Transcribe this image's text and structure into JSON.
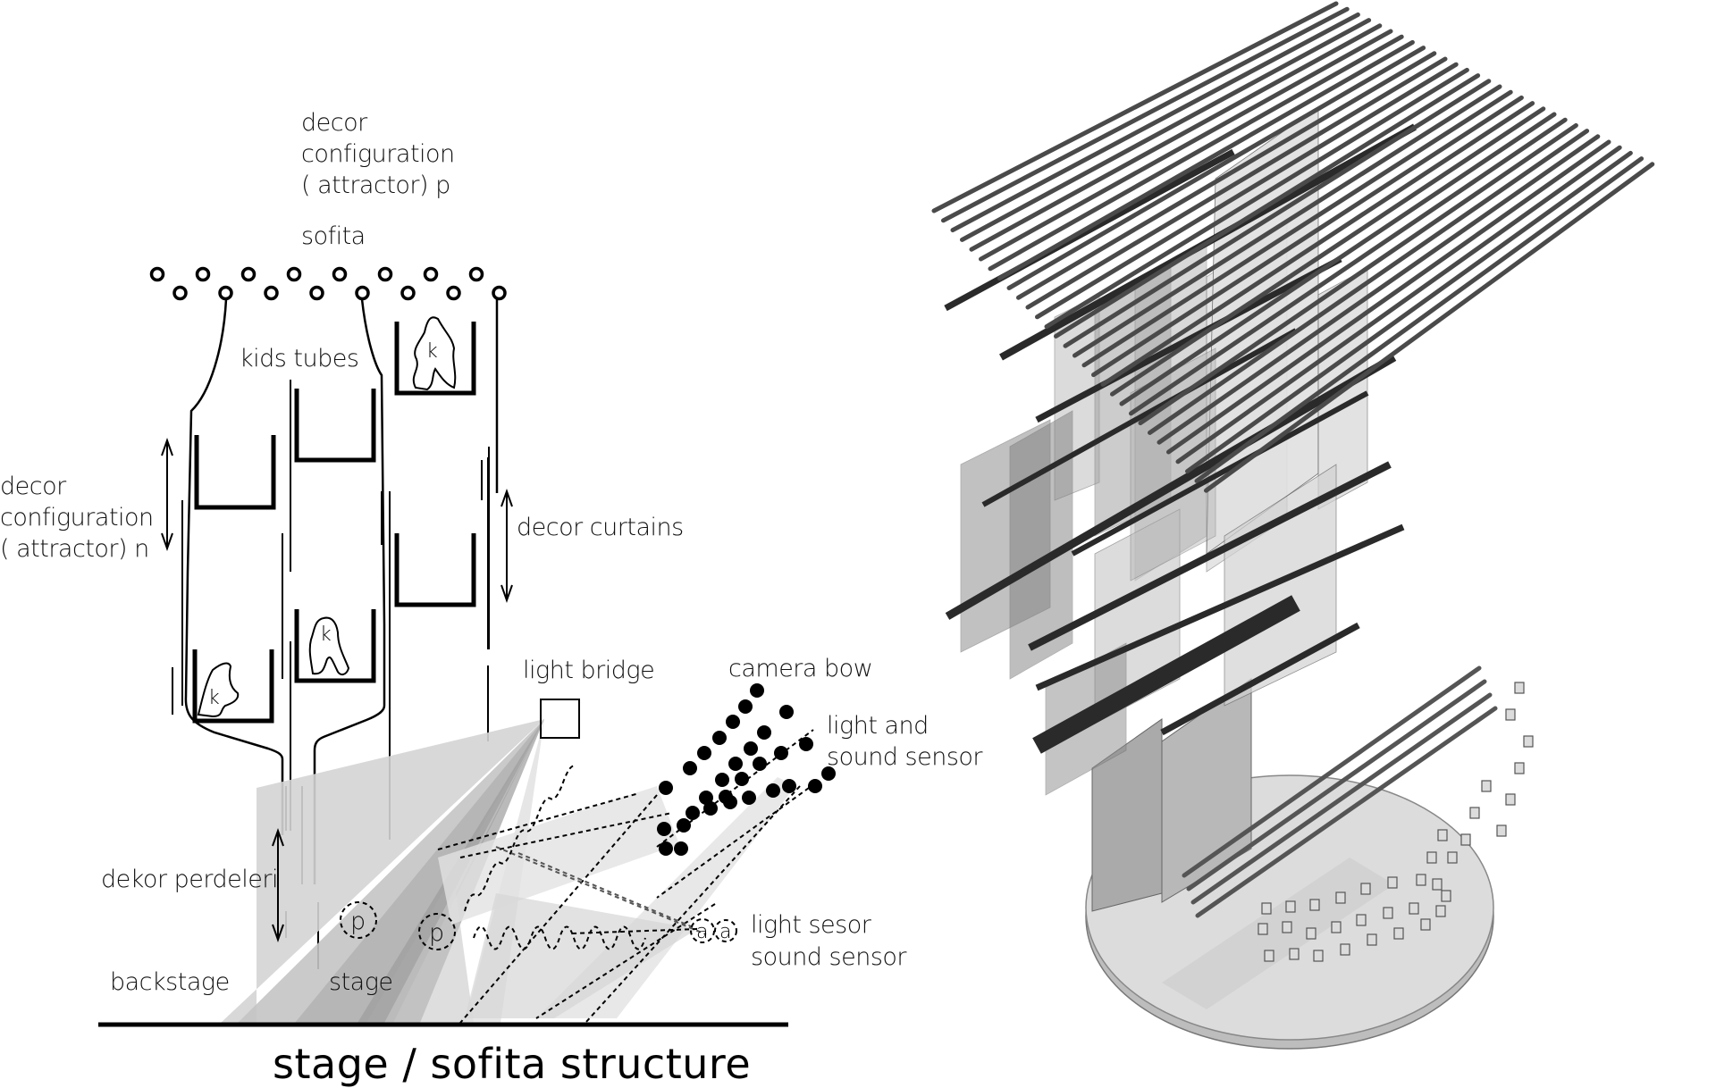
{
  "diagram": {
    "title": "stage / sofita structure",
    "labels": {
      "top_attractor": [
        "decor",
        "configuration",
        "( attractor)  p"
      ],
      "sofita": "sofita",
      "kids_tubes": "kids tubes",
      "left_attractor": [
        "decor",
        "configuration",
        "( attractor)  n"
      ],
      "decor_curtains": "decor curtains",
      "light_bridge": "light bridge",
      "camera_bow": "camera bow",
      "light_and_sound_sensor": [
        "light and",
        "sound sensor"
      ],
      "dekor_perdeleri": "dekor perdeleri",
      "backstage": "backstage",
      "stage": "stage",
      "light_sound_sensor_bottom": [
        "light sesor",
        "sound sensor"
      ]
    },
    "markers": {
      "kid": "k",
      "performer": "p",
      "sensor": "a"
    },
    "pulley_count": 16,
    "kid_buckets_with_child": 3,
    "empty_buckets": 3,
    "camera_bow_points": 30
  },
  "model": {
    "description": "isometric 3D model of the stage / sofita structure",
    "colors": {
      "slat": "#4a4a4a",
      "dark_band": "#2a2a2a",
      "panel": "#c8c8c8",
      "disc": "#d9d9d9"
    }
  }
}
